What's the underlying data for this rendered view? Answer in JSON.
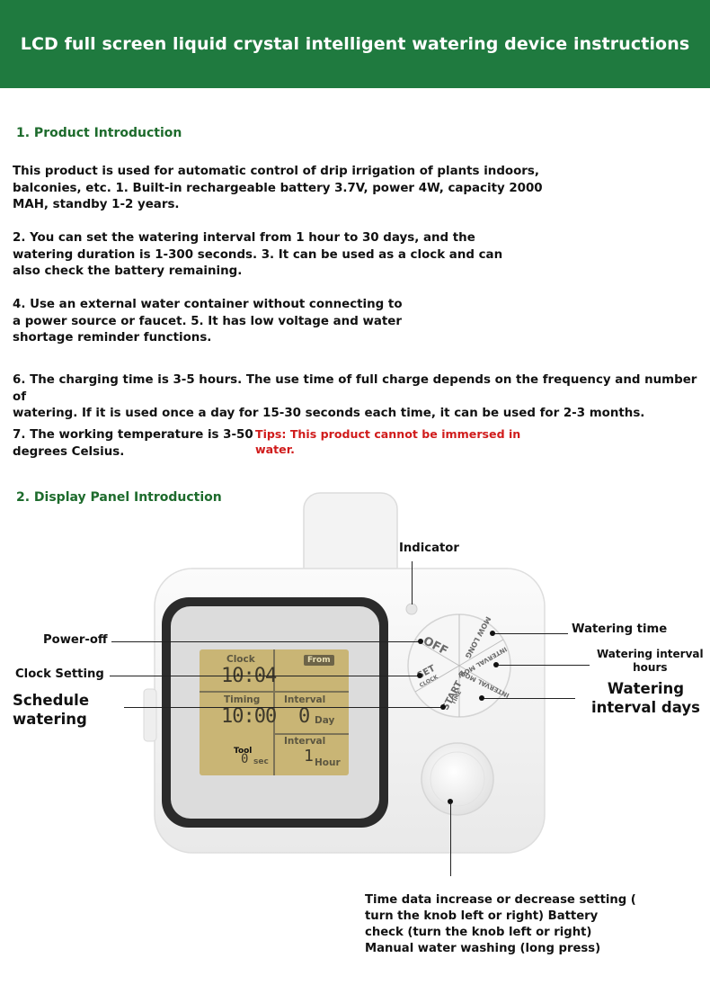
{
  "header": {
    "title": "LCD full screen liquid crystal intelligent watering device instructions"
  },
  "section1": {
    "title": "1. Product Introduction",
    "p1": [
      "This product is used for automatic control of drip irrigation of plants indoors,",
      "balconies, etc. 1. Built-in rechargeable battery 3.7V, power 4W, capacity 2000",
      "MAH, standby 1-2 years."
    ],
    "p2": [
      "2. You can set the watering interval from 1 hour to 30 days, and the",
      "watering duration is 1-300 seconds. 3. It can be used as a clock and can",
      "also check the battery remaining."
    ],
    "p3": [
      "4. Use an external water container without connecting to",
      "a power source or faucet. 5. It has low voltage and water",
      "shortage reminder functions."
    ],
    "p4": [
      "6. The charging time is 3-5 hours. The use time of full charge depends on the frequency and number of",
      "watering. If it is used once a day for 15-30 seconds each time, it can be used for 2-3 months."
    ],
    "p5": [
      "7. The working temperature is 3-50",
      "degrees Celsius."
    ],
    "tips": [
      "Tips: This product cannot be immersed in",
      "water."
    ]
  },
  "section2": {
    "title": "2. Display Panel Introduction"
  },
  "labels": {
    "indicator": "Indicator",
    "power_off": "Power-off",
    "clock_setting": "Clock Setting",
    "schedule": [
      "Schedule",
      "watering"
    ],
    "watering_time": "Watering time",
    "interval_hours": [
      "Watering interval",
      "hours"
    ],
    "interval_days": [
      "Watering",
      "interval days"
    ],
    "knob": [
      "Time data increase or decrease setting (",
      "turn the knob left or right) Battery",
      "check (turn the knob left or right)",
      "Manual water washing (long press)"
    ]
  },
  "lcd": {
    "clock_label": "Clock",
    "clock_value": "10:04",
    "from_label": "From",
    "timing_label": "Timing",
    "timing_value": "10:00",
    "interval_label": "Interval",
    "interval_value": "0",
    "day_label": "Day",
    "interval2_label": "Interval",
    "hour_value": "1",
    "hour_label": "Hour",
    "tool_label": "Tool",
    "sec_value": "0",
    "sec_label": "sec"
  },
  "dial": {
    "off": "OFF",
    "set": "SET",
    "clock": "CLOCK",
    "start": "START",
    "time": "TIME",
    "mow_long": "MOW LONG",
    "interval_mow": "INTERVAL MOW",
    "interval_mow2": "INTERVAL MOW"
  }
}
